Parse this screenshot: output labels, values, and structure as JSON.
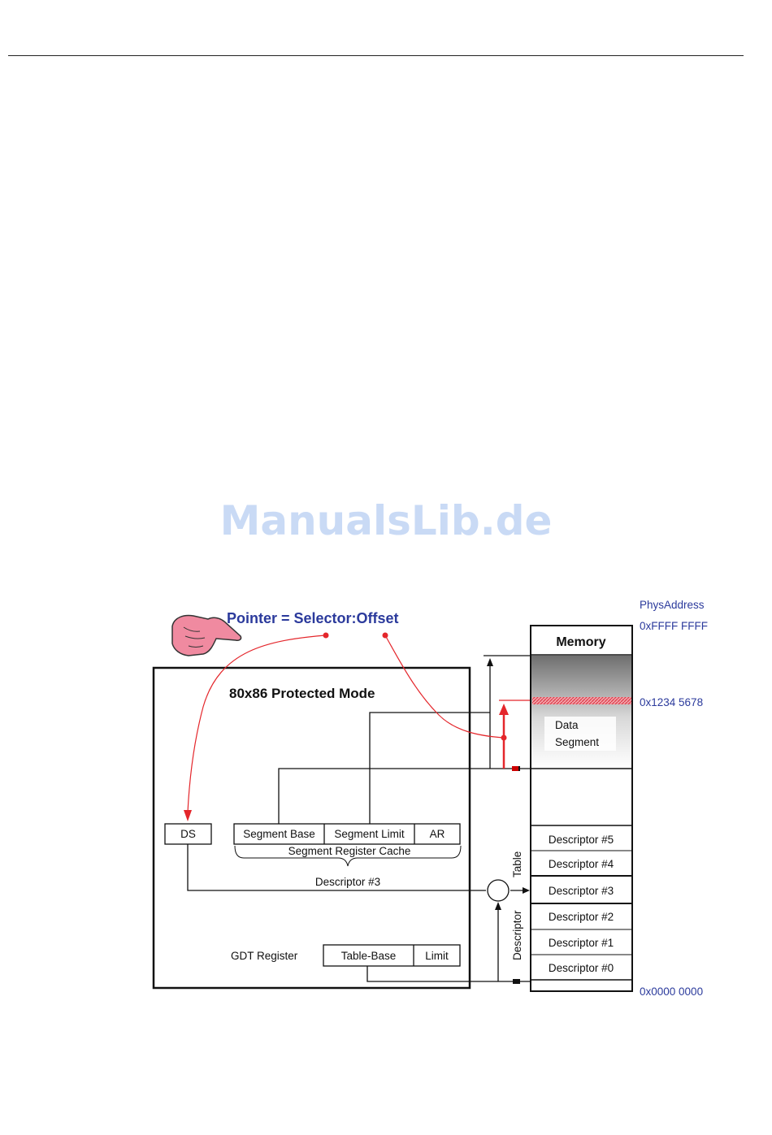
{
  "watermark": "ManualsLib.de",
  "pointer_formula": "Pointer = Selector:Offset",
  "mode_title": "80x86 Protected Mode",
  "ds_label": "DS",
  "segment_cache": {
    "fields": [
      "Segment Base",
      "Segment Limit",
      "AR"
    ],
    "caption": "Segment Register Cache"
  },
  "descriptor_label": "Descriptor #3",
  "gdt": {
    "label": "GDT Register",
    "fields": [
      "Table-Base",
      "Limit"
    ]
  },
  "descriptor_table_label": [
    "Descriptor",
    "Table"
  ],
  "memory": {
    "title": "Memory",
    "data_segment": [
      "Data",
      "Segment"
    ],
    "descriptors": [
      "Descriptor #5",
      "Descriptor #4",
      "Descriptor #3",
      "Descriptor #2",
      "Descriptor #1",
      "Descriptor #0"
    ]
  },
  "addresses": {
    "header": "PhysAddress",
    "top": "0xFFFF FFFF",
    "target": "0x1234 5678",
    "bottom": "0x0000 0000"
  },
  "colors": {
    "arrow_red": "#e4262b",
    "label_blue": "#2b3a9c",
    "hand_pink": "#f08aa0"
  }
}
